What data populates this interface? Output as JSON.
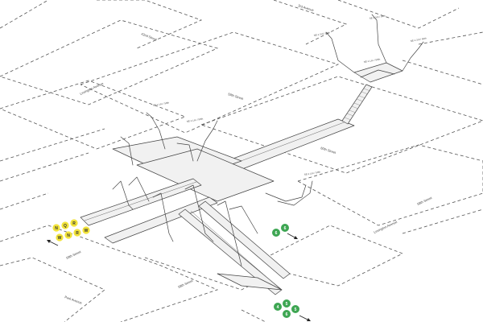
{
  "streets": {
    "e42": "42nd Street",
    "ave3": "3rd Avenue",
    "e59": "59th Street",
    "e59b": "59th Street",
    "lexington": "Lexington Avenue",
    "lexington_b": "Lexington Avenue",
    "e60": "60th Street",
    "e58": "58th Street",
    "park": "Park Avenue"
  },
  "exit_labels": {
    "e1": "SE e 3rd / 59th",
    "e2": "NE e 3rd / 60th",
    "e3": "NE e Lex / 59th",
    "e4": "SE e Lex / 59th",
    "e5": "NE e Lex / 59th"
  },
  "routes": {
    "yellow": [
      "N",
      "Q",
      "R",
      "W",
      "N",
      "R",
      "W"
    ],
    "green_right": [
      "6"
    ],
    "green_bottom": [
      "4",
      "5",
      "6"
    ],
    "colors": {
      "yellow": "#f2e33a",
      "green": "#3ea653"
    }
  }
}
